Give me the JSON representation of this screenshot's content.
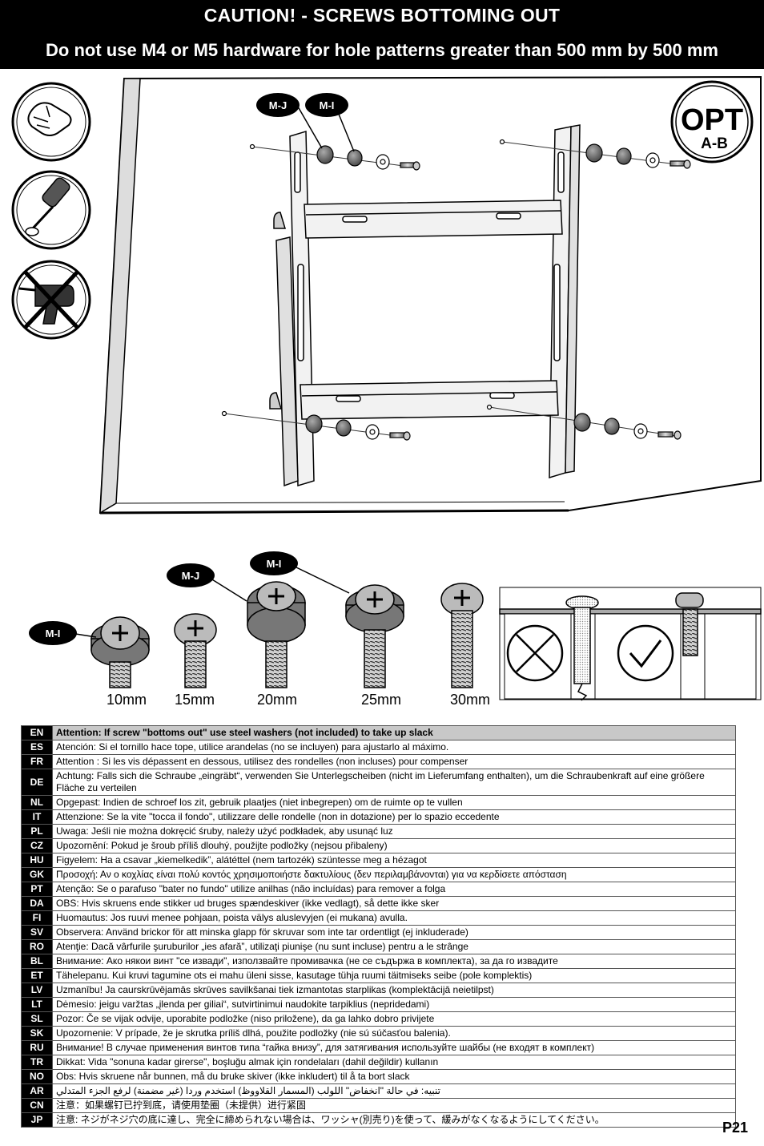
{
  "header": {
    "title": "CAUTION!  - SCREWS BOTTOMING OUT",
    "subtitle": "Do not use M4 or M5 hardware for hole patterns greater than 500 mm by 500 mm"
  },
  "figure": {
    "part_labels": {
      "mj": "M-J",
      "mi": "M-I"
    },
    "opt_badge": {
      "line1": "OPT",
      "line2": "A-B"
    },
    "icons": [
      "hand-tighten-icon",
      "screwdriver-icon",
      "no-power-drill-icon"
    ],
    "screw_lengths": [
      "10mm",
      "15mm",
      "20mm",
      "25mm",
      "30mm"
    ],
    "status_marks": [
      "incorrect-x-icon",
      "correct-check-icon"
    ]
  },
  "languages": [
    {
      "code": "EN",
      "text": "Attention: If screw \"bottoms out\" use steel washers (not included) to take up slack"
    },
    {
      "code": "ES",
      "text": "Atención: Si el tornillo hace tope, utilice arandelas (no se incluyen) para ajustarlo al máximo."
    },
    {
      "code": "FR",
      "text": "Attention : Si les vis dépassent en dessous, utilisez des rondelles (non incluses) pour compenser"
    },
    {
      "code": "DE",
      "text": "Achtung: Falls sich die Schraube „eingräbt“, verwenden Sie Unterlegscheiben (nicht im Lieferumfang enthalten), um die Schraubenkraft auf eine größere Fläche zu verteilen"
    },
    {
      "code": "NL",
      "text": "Opgepast: Indien de schroef los zit, gebruik plaatjes (niet inbegrepen) om de ruimte op te vullen"
    },
    {
      "code": "IT",
      "text": "Attenzione: Se la vite \"tocca il fondo\", utilizzare delle rondelle (non in dotazione) per lo spazio eccedente"
    },
    {
      "code": "PL",
      "text": "Uwaga: Jeśli nie można dokręcić śruby, należy użyć podkładek, aby usunąć luz"
    },
    {
      "code": "CZ",
      "text": "Upozornění: Pokud je šroub příliš dlouhý, použijte podložky (nejsou přibaleny)"
    },
    {
      "code": "HU",
      "text": "Figyelem: Ha a csavar „kiemelkedik”, alátéttel (nem tartozék) szüntesse meg a hézagot"
    },
    {
      "code": "GK",
      "text": "Προσοχή: Αν ο κοχλίας είναι πολύ κοντός χρησιμοποιήστε δακτυλίους (δεν περιλαμβάνονται) για να κερδίσετε απόσταση"
    },
    {
      "code": "PT",
      "text": "Atenção: Se o parafuso \"bater no fundo\" utilize anilhas (não incluídas) para remover a folga"
    },
    {
      "code": "DA",
      "text": "OBS: Hvis skruens ende stikker ud bruges spændeskiver (ikke vedlagt), så dette ikke sker"
    },
    {
      "code": "FI",
      "text": "Huomautus: Jos ruuvi menee pohjaan, poista välys aluslevyjen (ei mukana) avulla."
    },
    {
      "code": "SV",
      "text": "Observera: Använd brickor för att minska glapp för skruvar som inte tar ordentligt (ej inkluderade)"
    },
    {
      "code": "RO",
      "text": "Atenţie: Dacă vârfurile şuruburilor „ies afară”, utilizaţi piunişe (nu sunt incluse) pentru a le strânge"
    },
    {
      "code": "BL",
      "text": "Внимание: Ако някои винт \"се извади\", използвайте промивачка (не се съдържа в комплекта), за да го извадите"
    },
    {
      "code": "ET",
      "text": "Tähelepanu. Kui kruvi tagumine ots ei mahu üleni sisse, kasutage tühja ruumi täitmiseks seibe (pole komplektis)"
    },
    {
      "code": "LV",
      "text": "Uzmanību! Ja caurskrūvējamās skrūves savilkšanai tiek izmantotas starplikas (komplektācijā neietilpst)"
    },
    {
      "code": "LT",
      "text": "Dėmesio: jeigu varžtas „įlenda per giliai“, sutvirtinimui naudokite tarpiklius (nepridedami)"
    },
    {
      "code": "SL",
      "text": "Pozor: Če se vijak odvije, uporabite podložke (niso priložene), da ga lahko dobro privijete"
    },
    {
      "code": "SK",
      "text": "Upozornenie: V prípade, že je skrutka príliš dlhá, použite podložky (nie sú súčasťou balenia)."
    },
    {
      "code": "RU",
      "text": "Внимание! В случае применения винтов типа “гайка внизу”, для затягивания используйте шайбы (не входят в комплект)"
    },
    {
      "code": "TR",
      "text": "Dikkat: Vida \"sonuna kadar girerse\", boşluğu almak için rondelaları (dahil değildir) kullanın"
    },
    {
      "code": "NO",
      "text": "Obs: Hvis skruene når bunnen, må du bruke skiver (ikke inkludert) til å ta bort slack"
    },
    {
      "code": "AR",
      "text": "تنبيه: في حالة \"انخفاض\" اللولب (المسمار القلاووظ) استخدم وردا (غير مضمنة) لرفع الجزء المتدلي"
    },
    {
      "code": "CN",
      "text": "注意：如果螺钉已拧到底，请使用垫圈（未提供）进行紧固"
    },
    {
      "code": "JP",
      "text": "注意: ネジがネジ穴の底に達し、完全に締められない場合は、ワッシャ(別売り)を使って、緩みがなくなるようにしてください。"
    }
  ],
  "page": {
    "number": "P21"
  }
}
